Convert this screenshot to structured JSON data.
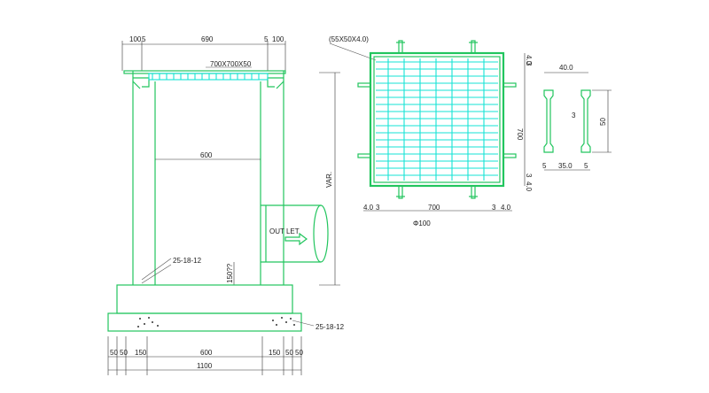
{
  "section": {
    "top_dims": [
      "100",
      "5",
      "690",
      "5",
      "100"
    ],
    "grating_label": "700X700X50",
    "inner_width": "600",
    "height_label": "VAR.",
    "outlet_label": "OUT LET",
    "rebar_label_1": "25-18-12",
    "rebar_label_2": "25-18-12",
    "pipe_dim": "150??",
    "bottom_dims": [
      "50",
      "50",
      "150",
      "600",
      "150",
      "50",
      "50"
    ],
    "total_width": "1100"
  },
  "plan": {
    "frame_label": "(55X50X4.0)",
    "side_dims": [
      "4.0",
      "3",
      "700",
      "3",
      "4.0"
    ],
    "bottom_dims": [
      "4.0",
      "3",
      "700",
      "3",
      "4.0"
    ],
    "anchor_label": "Φ100"
  },
  "bar": {
    "top_width": "40.0",
    "height": "50",
    "web": "3",
    "bottom_dims": [
      "5",
      "35.0",
      "5"
    ]
  },
  "colors": {
    "structure": "#22c55e",
    "grating": "#16e3d6",
    "dimension": "#333333"
  }
}
